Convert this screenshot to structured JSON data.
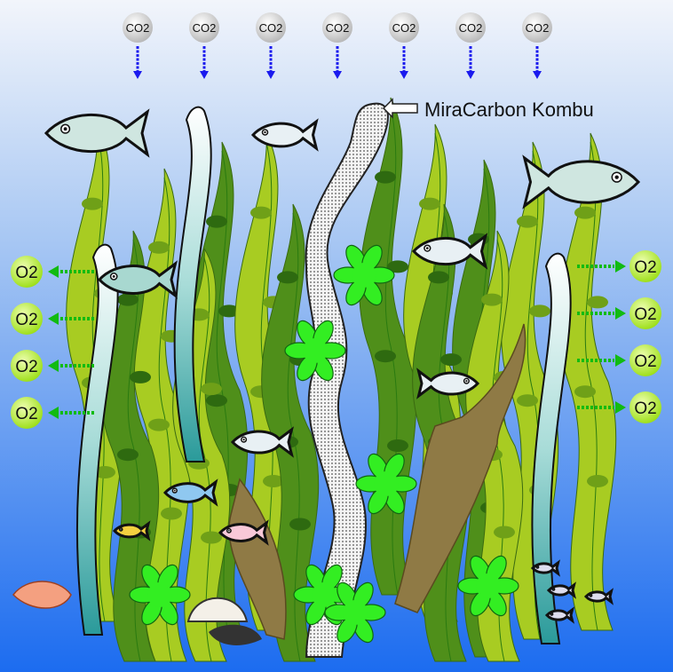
{
  "title_label": "MiraCarbon Kombu",
  "co2_molecules": [
    {
      "label": "CO2"
    },
    {
      "label": "CO2"
    },
    {
      "label": "CO2"
    },
    {
      "label": "CO2"
    },
    {
      "label": "CO2"
    },
    {
      "label": "CO2"
    },
    {
      "label": "CO2"
    }
  ],
  "o2_left": [
    {
      "label": "O2"
    },
    {
      "label": "O2"
    },
    {
      "label": "O2"
    },
    {
      "label": "O2"
    }
  ],
  "o2_right": [
    {
      "label": "O2"
    },
    {
      "label": "O2"
    },
    {
      "label": "O2"
    },
    {
      "label": "O2"
    }
  ],
  "colors": {
    "sky_top": "#eef3fb",
    "water_bottom": "#1f6ff2",
    "kelp_light": "#a8cc22",
    "kelp_dark": "#4f8f1a",
    "seaweed_bright": "#33ee22",
    "kombu_brown": "#8f7a45",
    "arrow_blue": "#1a1aee",
    "arrow_green": "#11bb11",
    "o2_fill": "#bff03a",
    "co2_fill": "#d8d8d8"
  }
}
